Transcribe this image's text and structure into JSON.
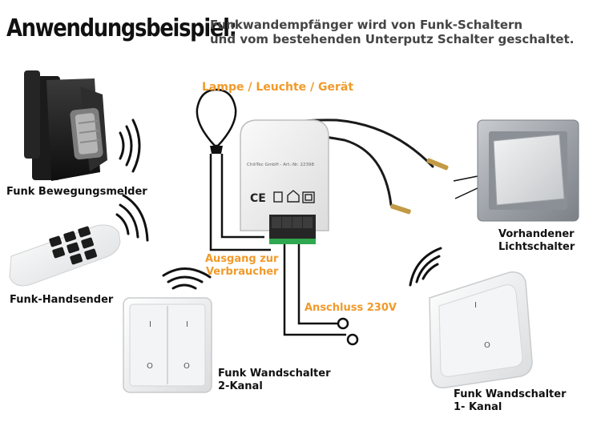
{
  "title": "Anwendungsbeispiel:",
  "subtitle_line1": "Funkwandempfänger wird von Funk-Schaltern",
  "subtitle_line2": "und vom bestehenden Unterputz Schalter geschaltet.",
  "labels": {
    "lamp": "Lampe / Leuchte / Gerät",
    "motion_sensor": "Funk Bewegungsmelder",
    "handheld": "Funk-Handsender",
    "output_line1": "Ausgang zur",
    "output_line2": "Verbraucher",
    "connection": "Anschluss 230V",
    "existing_switch_line1": "Vorhandener",
    "existing_switch_line2": "Lichtschalter",
    "wall_switch_2ch_line1": "Funk Wandschalter",
    "wall_switch_2ch_line2": "2-Kanal",
    "wall_switch_1ch_line1": "Funk Wandschalter",
    "wall_switch_1ch_line2": "1- Kanal"
  },
  "receiver": {
    "imprint": "ChiliTec GmbH - Art.-Nr. 22398",
    "ce_mark": "CE"
  },
  "switch_marks": {
    "on": "I",
    "off": "O"
  },
  "colors": {
    "accent": "#f19a2a",
    "text": "#111111",
    "subtitle": "#444444",
    "terminal_green": "#2fa84f"
  }
}
